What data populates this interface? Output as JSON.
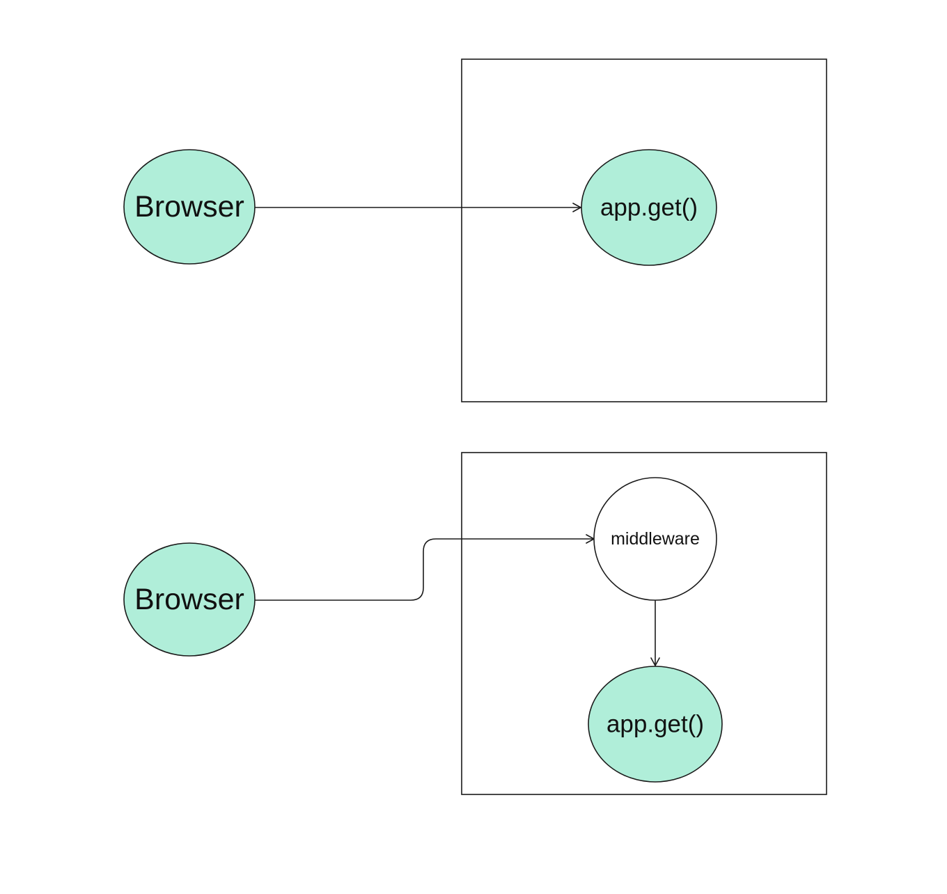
{
  "colors": {
    "node_fill": "#b0eed9",
    "plain_fill": "#ffffff",
    "stroke": "#1a1a1a",
    "background": "#ffffff"
  },
  "top": {
    "browser_label": "Browser",
    "handler_label": "app.get()"
  },
  "bottom": {
    "browser_label": "Browser",
    "middleware_label": "middleware",
    "handler_label": "app.get()"
  }
}
